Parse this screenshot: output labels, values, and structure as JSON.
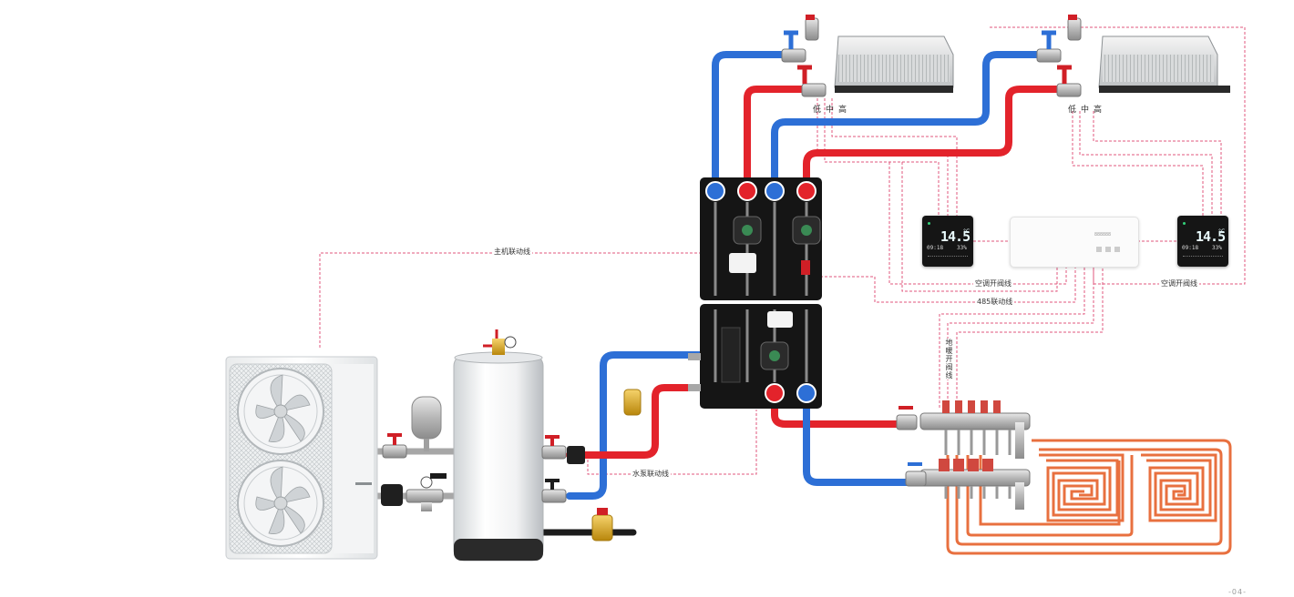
{
  "labels": {
    "host_link": "主机联动线",
    "ac_valve_left": "空调开阀线",
    "ac_valve_right": "空调开阀线",
    "rs485_link": "485联动线",
    "pump_link": "水泵联动线",
    "floor_valve": "地暖开阀线"
  },
  "fan_speeds": {
    "left": [
      "低",
      "中",
      "高"
    ],
    "right": [
      "低",
      "中",
      "高"
    ]
  },
  "thermostat_left": {
    "temp": "14.5",
    "unit": "°C",
    "clock": "09:18",
    "humidity": "33%"
  },
  "thermostat_right": {
    "temp": "14.5",
    "unit": "°C",
    "clock": "09:18",
    "humidity": "33%"
  },
  "controller": {
    "display": "888888"
  },
  "page_number": "-04-",
  "colors": {
    "hot_pipe": "#e3232b",
    "cold_pipe": "#2d6fd6",
    "link_line": "#e0577e",
    "floor_loop": "#e8703f",
    "hydro_module": "#151515"
  }
}
